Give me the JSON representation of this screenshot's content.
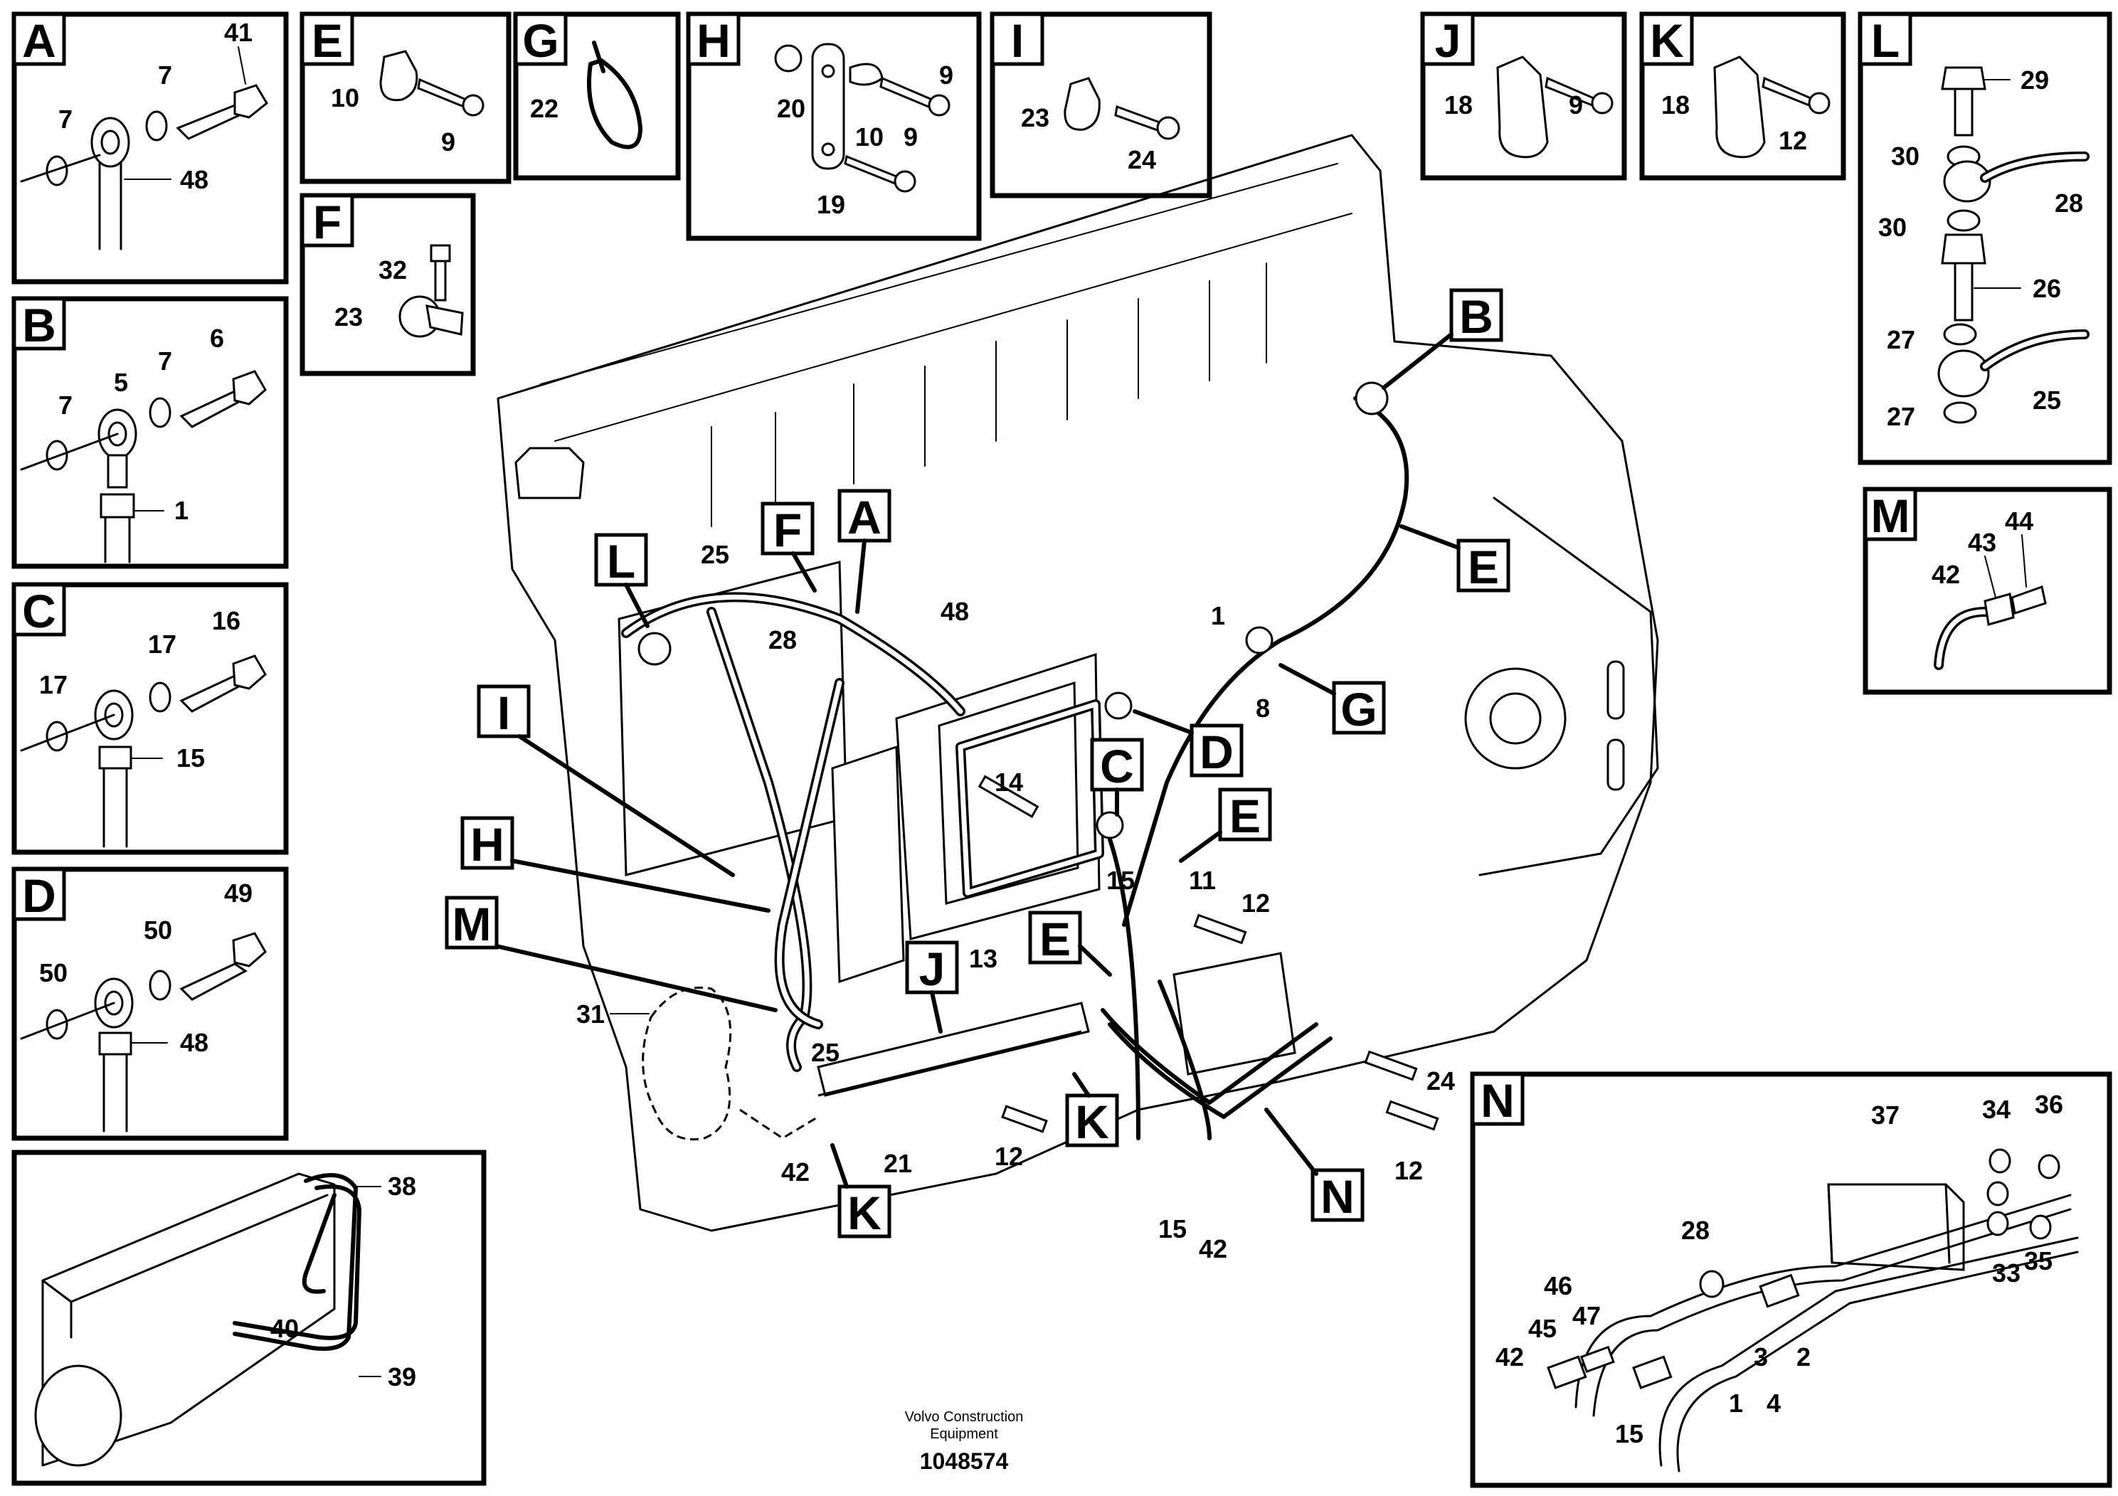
{
  "diagram": {
    "caption_line1": "Volvo Construction",
    "caption_line2": "Equipment",
    "document_number": "1048574",
    "detail_boxes": {
      "A": {
        "letter": "A",
        "parts": [
          "7",
          "7",
          "41",
          "48"
        ]
      },
      "B": {
        "letter": "B",
        "parts": [
          "7",
          "7",
          "6",
          "5",
          "1"
        ]
      },
      "C": {
        "letter": "C",
        "parts": [
          "17",
          "17",
          "16",
          "15"
        ]
      },
      "D": {
        "letter": "D",
        "parts": [
          "50",
          "50",
          "49",
          "48"
        ]
      },
      "E": {
        "letter": "E",
        "parts": [
          "10",
          "9"
        ]
      },
      "F": {
        "letter": "F",
        "parts": [
          "32",
          "23"
        ]
      },
      "G": {
        "letter": "G",
        "parts": [
          "22"
        ]
      },
      "H": {
        "letter": "H",
        "parts": [
          "20",
          "9",
          "10",
          "9",
          "19"
        ]
      },
      "I": {
        "letter": "I",
        "parts": [
          "23",
          "24"
        ]
      },
      "J": {
        "letter": "J",
        "parts": [
          "18",
          "9"
        ]
      },
      "K": {
        "letter": "K",
        "parts": [
          "18",
          "12"
        ]
      },
      "L": {
        "letter": "L",
        "parts": [
          "29",
          "30",
          "28",
          "30",
          "26",
          "27",
          "25",
          "27"
        ]
      },
      "M": {
        "letter": "M",
        "parts": [
          "44",
          "43",
          "42"
        ]
      },
      "N": {
        "letter": "N",
        "parts": [
          "37",
          "34",
          "36",
          "28",
          "33",
          "35",
          "46",
          "45",
          "47",
          "3",
          "2",
          "42",
          "1",
          "4",
          "15"
        ]
      },
      "engine_inset": {
        "parts": [
          "38",
          "40",
          "39"
        ]
      }
    },
    "main_callouts": {
      "letters": [
        "B",
        "E",
        "L",
        "F",
        "A",
        "G",
        "D",
        "I",
        "C",
        "E",
        "H",
        "M",
        "E",
        "J",
        "K",
        "K",
        "N"
      ],
      "parts": [
        "25",
        "48",
        "1",
        "28",
        "8",
        "14",
        "15",
        "11",
        "12",
        "13",
        "31",
        "25",
        "24",
        "12",
        "12",
        "21",
        "42",
        "15",
        "42",
        "12"
      ]
    }
  }
}
